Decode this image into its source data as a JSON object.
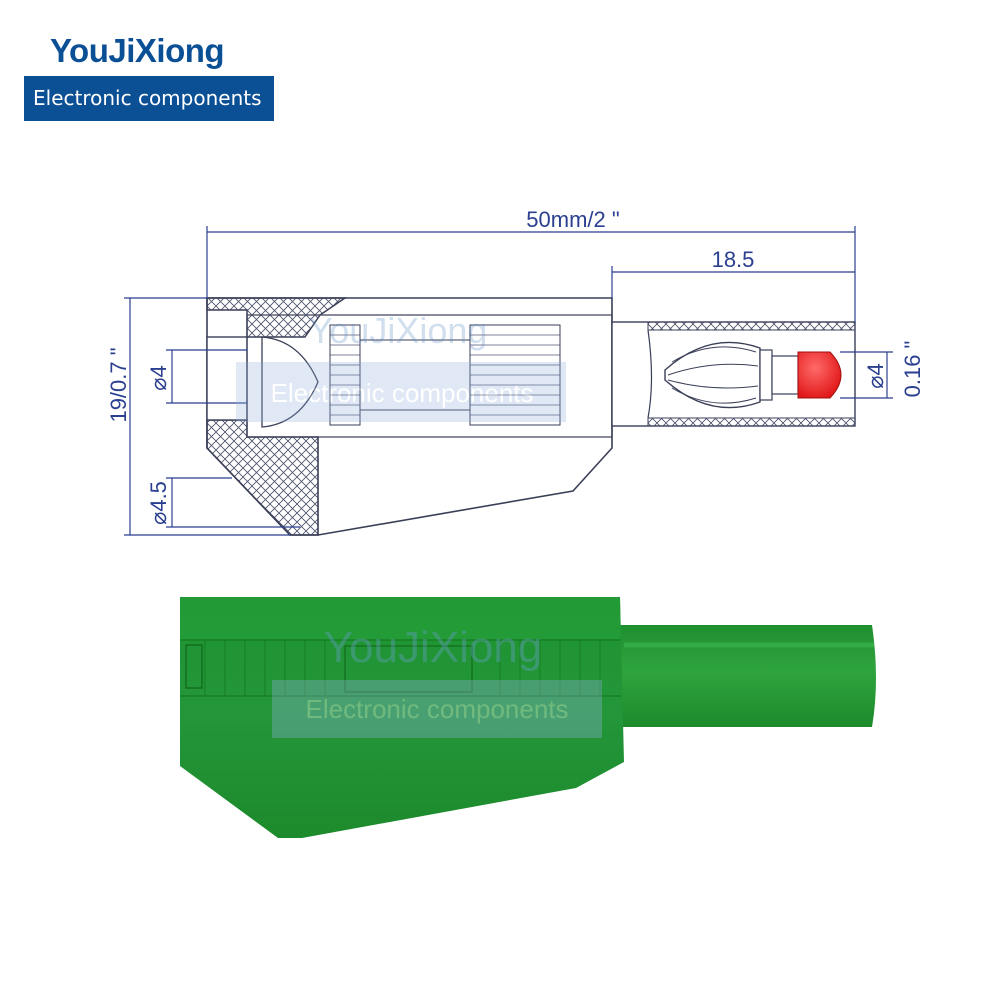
{
  "brand": {
    "name": "YouJiXiong",
    "tagline": "Electronic components"
  },
  "dimensions": {
    "overall_length": "50mm/2 \"",
    "pin_length": "18.5",
    "body_height": "19/0.7 \"",
    "inner_diameter": "⌀4",
    "cable_hole": "⌀4.5",
    "pin_diameter": "⌀4",
    "pin_diameter_in": "0.16 \""
  },
  "watermark": {
    "name": "YouJiXiong",
    "tagline": "Electronic components"
  },
  "colors": {
    "brand_blue": "#0b4f95",
    "dimension_blue": "#2a3f8f",
    "outline": "#3a3f58",
    "plug_green": "#1f8f2f",
    "tip_red": "#e82020",
    "watermark_blue": "#5b8cc4"
  },
  "icons": [
    "banana-plug-drawing",
    "banana-plug-green-photo"
  ]
}
